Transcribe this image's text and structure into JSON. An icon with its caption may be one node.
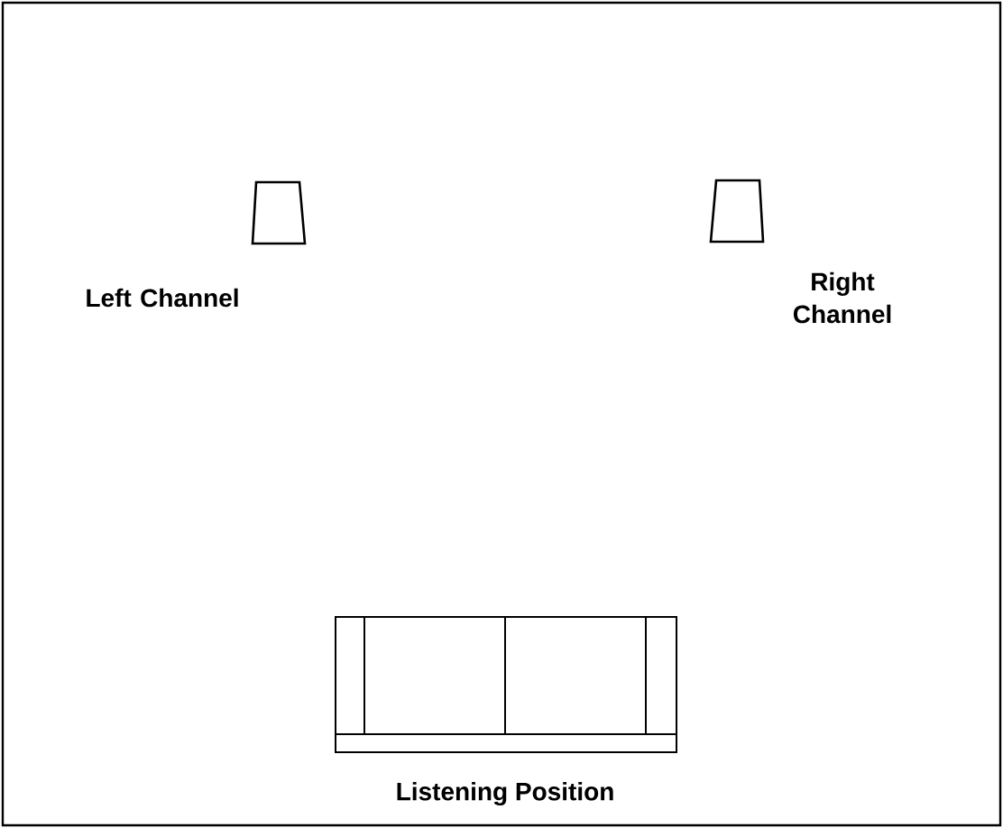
{
  "diagram": {
    "labels": [
      "Left Channel",
      "Right Channel",
      "Listening Position"
    ]
  }
}
